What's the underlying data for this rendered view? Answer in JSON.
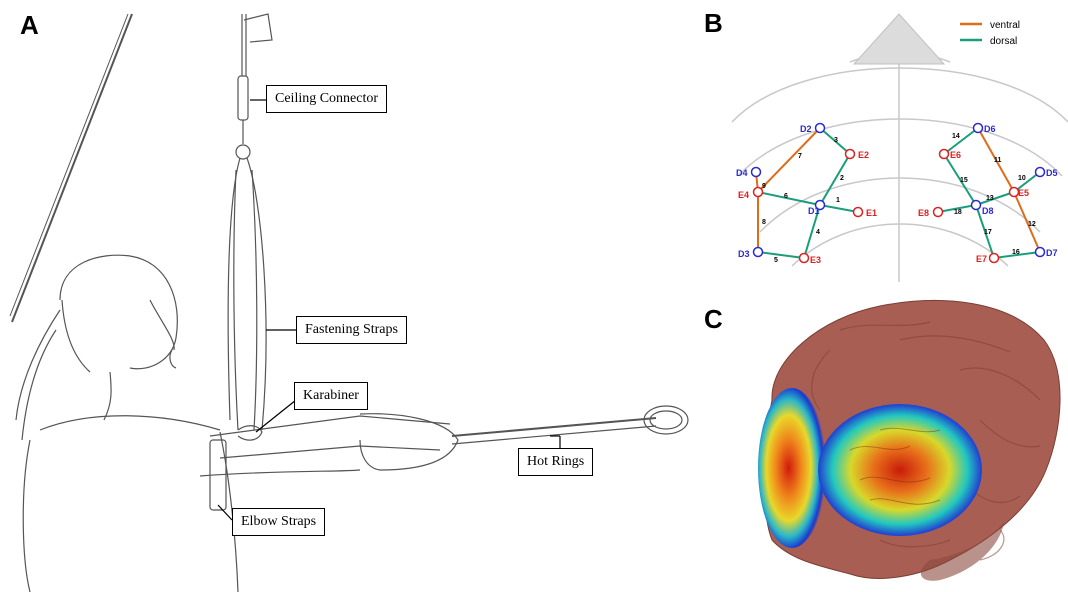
{
  "panels": {
    "a": {
      "letter": "A"
    },
    "b": {
      "letter": "B"
    },
    "c": {
      "letter": "C"
    }
  },
  "callouts": {
    "ceiling_connector": "Ceiling Connector",
    "fastening_straps": "Fastening Straps",
    "karabiner": "Karabiner",
    "hot_rings": "Hot Rings",
    "elbow_straps": "Elbow Straps"
  },
  "legend": {
    "ventral": {
      "label": "ventral",
      "color": "#e06c1b"
    },
    "dorsal": {
      "label": "dorsal",
      "color": "#1a9e7a"
    }
  },
  "optodes": {
    "detectors": [
      "D1",
      "D2",
      "D3",
      "D4",
      "D5",
      "D6",
      "D7",
      "D8"
    ],
    "emitters": [
      "E1",
      "E2",
      "E3",
      "E4",
      "E5",
      "E6",
      "E7",
      "E8"
    ],
    "detector_color": "#2a2ad0",
    "emitter_color": "#e02020"
  },
  "channels": [
    "1",
    "2",
    "3",
    "4",
    "5",
    "6",
    "7",
    "8",
    "9",
    "10",
    "11",
    "12",
    "13",
    "14",
    "15",
    "16",
    "17",
    "18"
  ]
}
